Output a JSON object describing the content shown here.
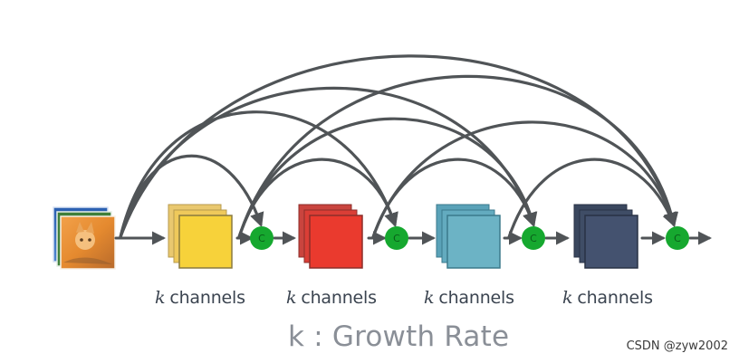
{
  "diagram": {
    "block_labels": [
      "k channels",
      "k channels",
      "k channels",
      "k channels"
    ],
    "concat_symbol": "C",
    "caption": "k : Growth Rate",
    "watermark": "CSDN @zyw2002",
    "colors": {
      "arrow": "#505457",
      "concat_node": "#16a82f",
      "concat_text": "#0a5e1a",
      "yellow_block": "#f7d23a",
      "yellow_back": "#e9c86f",
      "red_block": "#ea3a2e",
      "red_back": "#c9443e",
      "teal_block": "#6cb3c5",
      "teal_back": "#5aa2b8",
      "navy_block": "#44526f",
      "navy_back": "#3a475e"
    },
    "icons": [
      "input-image-stack",
      "concat-node"
    ]
  }
}
